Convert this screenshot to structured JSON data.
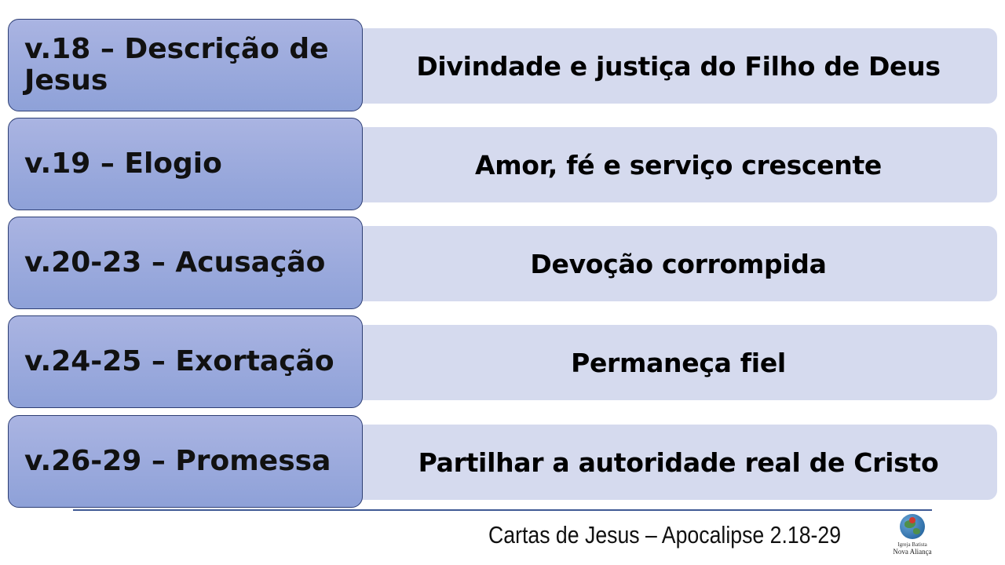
{
  "rows": [
    {
      "label": "v.18 – Descrição de Jesus",
      "text": "Divindade e justiça do Filho de Deus"
    },
    {
      "label": "v.19 – Elogio",
      "text": "Amor, fé e serviço crescente"
    },
    {
      "label": "v.20-23 – Acusação",
      "text": "Devoção corrompida"
    },
    {
      "label": "v.24-25 – Exortação",
      "text": "Permaneça fiel"
    },
    {
      "label": "v.26-29 – Promessa",
      "text": "Partilhar a autoridade real de Cristo"
    }
  ],
  "footer": {
    "title": "Cartas de Jesus – Apocalipse 2.18-29"
  },
  "logo": {
    "line1": "Igreja Batista",
    "line2": "Nova Aliança",
    "icon": "globe-icon"
  },
  "colors": {
    "label_box_top": "#aab4e2",
    "label_box_bottom": "#8ea1d8",
    "text_box": "#d5daee",
    "footer_line": "#3f5a94"
  }
}
